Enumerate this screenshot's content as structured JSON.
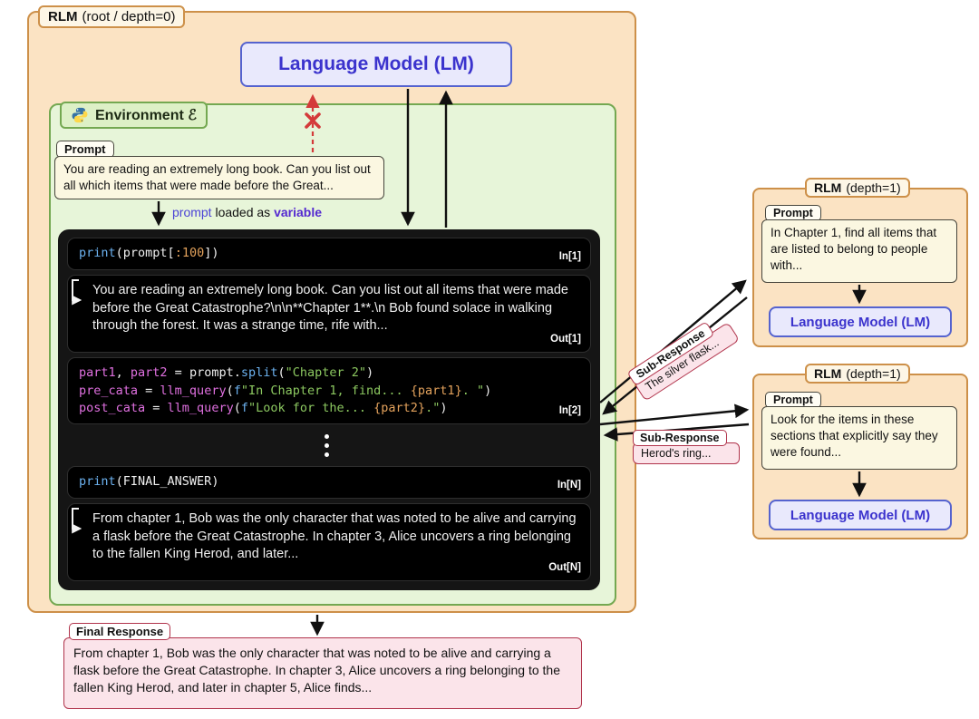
{
  "root": {
    "tag_title": "RLM",
    "tag_suffix": "(root / depth=0)",
    "lm_label": "Language Model (LM)"
  },
  "environment": {
    "label": "Environment ℰ",
    "prompt_tag": "Prompt",
    "prompt_text": "You are reading an extremely long book. Can you list out all which items that were made before the Great...",
    "load_note": {
      "code": "prompt",
      "middle": " loaded as ",
      "emph": "variable"
    }
  },
  "repl": {
    "cells": [
      {
        "kind": "in",
        "label": "In[1]",
        "lines": [
          [
            [
              "fn",
              "print"
            ],
            [
              "pln",
              "("
            ],
            [
              "pln",
              "prompt["
            ],
            [
              "num",
              ":100"
            ],
            [
              "pln",
              "])"
            ]
          ]
        ]
      },
      {
        "kind": "out",
        "label": "Out[1]",
        "text": "You are reading an extremely long book. Can you list out all items that were made before the Great Catastrophe?\\n\\n**Chapter 1**.\\n Bob found solace in walking through the forest. It was a strange time, rife with..."
      },
      {
        "kind": "in",
        "label": "In[2]",
        "lines": [
          [
            [
              "var",
              "part1"
            ],
            [
              "pln",
              ", "
            ],
            [
              "var",
              "part2"
            ],
            [
              "pln",
              " = "
            ],
            [
              "pln",
              "prompt."
            ],
            [
              "fn",
              "split"
            ],
            [
              "pln",
              "("
            ],
            [
              "str",
              "\"Chapter 2\""
            ],
            [
              "pln",
              ")"
            ]
          ],
          [
            [
              "var",
              "pre_cata"
            ],
            [
              "pln",
              " = "
            ],
            [
              "var",
              "llm_query"
            ],
            [
              "pln",
              "("
            ],
            [
              "fn",
              "f"
            ],
            [
              "str",
              "\"In Chapter 1, find... "
            ],
            [
              "num",
              "{part1}"
            ],
            [
              "str",
              ". \""
            ],
            [
              "pln",
              ")"
            ]
          ],
          [
            [
              "var",
              "post_cata"
            ],
            [
              "pln",
              " = "
            ],
            [
              "var",
              "llm_query"
            ],
            [
              "pln",
              "("
            ],
            [
              "fn",
              "f"
            ],
            [
              "str",
              "\"Look for the... "
            ],
            [
              "num",
              "{part2}"
            ],
            [
              "str",
              ".\""
            ],
            [
              "pln",
              ")"
            ]
          ]
        ]
      },
      {
        "kind": "dots"
      },
      {
        "kind": "in",
        "label": "In[N]",
        "lines": [
          [
            [
              "fn",
              "print"
            ],
            [
              "pln",
              "("
            ],
            [
              "pln",
              "FINAL_ANSWER"
            ],
            [
              "pln",
              ")"
            ]
          ]
        ]
      },
      {
        "kind": "out",
        "label": "Out[N]",
        "text": "From chapter 1, Bob was the only character that was noted to be alive and carrying a flask before the Great Catastrophe. In chapter 3, Alice uncovers a ring belonging to the fallen King Herod, and later..."
      }
    ]
  },
  "final_response": {
    "tag": "Final Response",
    "text": "From chapter 1, Bob was the only character that was noted to be alive and carrying a flask before the Great Catastrophe. In chapter 3, Alice uncovers a ring belonging to the fallen King Herod, and later in chapter 5, Alice finds..."
  },
  "sub_rlm_1": {
    "tag_title": "RLM",
    "tag_suffix": "(depth=1)",
    "prompt_tag": "Prompt",
    "prompt_text": "In Chapter 1, find all items that are listed to belong to people with...",
    "lm_label": "Language Model (LM)"
  },
  "sub_rlm_2": {
    "tag_title": "RLM",
    "tag_suffix": "(depth=1)",
    "prompt_tag": "Prompt",
    "prompt_text": "Look for the items in these sections that explicitly say they were found...",
    "lm_label": "Language Model (LM)"
  },
  "sub_response_1": {
    "tag": "Sub-Response",
    "text": "The silver flask..."
  },
  "sub_response_2": {
    "tag": "Sub-Response",
    "text": "Herod's ring..."
  },
  "colors": {
    "rlm_fill": "#fbe3c3",
    "rlm_border": "#cd9049",
    "env_fill": "#e7f5d9",
    "env_border": "#74a851",
    "lm_fill": "#e9e9fc",
    "lm_border": "#5563cf",
    "lm_text": "#3b33cd",
    "prompt_fill": "#fbf7e1",
    "response_fill": "#fbe4ea",
    "response_border": "#b0334b",
    "code_bg": "#000000",
    "blocked_arrow": "#d43a3a"
  }
}
